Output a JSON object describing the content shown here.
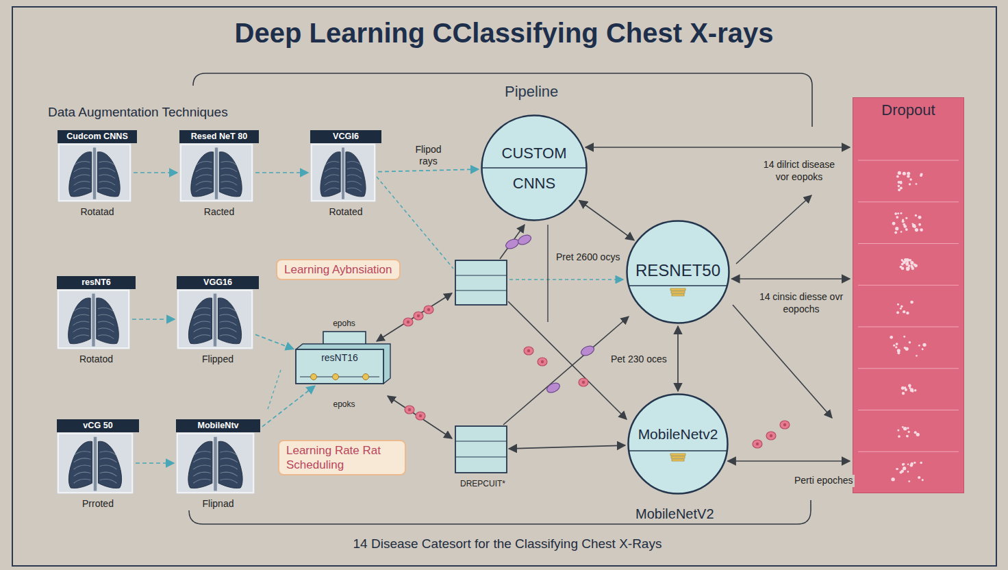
{
  "diagram": {
    "title": "Deep Learning CClassifying Chest X-rays",
    "caption": "14 Disease Catesort for the Classifying Chest X-Rays",
    "nodes": [
      {
        "text": [
          "Cudcom CNNS",
          "Rotatad"
        ]
      },
      {
        "text": [
          "Resed NeT 80",
          "Racted"
        ]
      },
      {
        "text": [
          "VCGI6",
          "Rotated"
        ]
      },
      {
        "text": [
          "CUSTOM",
          "CNNS"
        ]
      },
      {
        "text": [
          "resNT6",
          "Rotatod"
        ]
      },
      {
        "text": [
          "VGG16",
          "Flipped"
        ]
      },
      {
        "text": [
          "Learning Aybnsiation"
        ]
      },
      {
        "text": [
          "epohs",
          "resNT16",
          "epoks"
        ]
      },
      {
        "text": [
          "RESNET50"
        ]
      },
      {
        "text": [
          "vCG 50",
          "Prroted"
        ]
      },
      {
        "text": [
          "MobileNtv",
          "Flipnad"
        ]
      },
      {
        "text": [
          "Learning Rate Rat Scheduling"
        ]
      },
      {
        "text": [
          "DREPCUIT*"
        ]
      },
      {
        "text": [
          "MobileNetv2"
        ]
      },
      {
        "text": [
          "Dropout"
        ]
      }
    ],
    "edges": [
      {
        "from": 0,
        "to": 1,
        "arrow": "to"
      },
      {
        "from": 1,
        "to": 2,
        "arrow": "to"
      },
      {
        "from": 2,
        "to": 3,
        "arrow": "to",
        "label": "Flipod rays"
      },
      {
        "from": 4,
        "to": 5,
        "arrow": "to"
      },
      {
        "from": 5,
        "to": 7,
        "arrow": "to"
      },
      {
        "from": 9,
        "to": 10,
        "arrow": "to"
      },
      {
        "from": 10,
        "to": 7,
        "arrow": "to"
      },
      {
        "from": 3,
        "to": 14,
        "arrow": "both"
      },
      {
        "from": 3,
        "to": 8,
        "arrow": "both"
      },
      {
        "from": 8,
        "to": 14,
        "arrow": "both"
      },
      {
        "from": 8,
        "to": 13,
        "arrow": "both"
      },
      {
        "from": 13,
        "to": 14,
        "arrow": "both"
      },
      {
        "from": 12,
        "to": 13,
        "arrow": "both"
      }
    ],
    "labels": [
      "Pipeline",
      "Data Augmentation Techniques",
      "14 dilrict disease vor eopoks",
      "Pret 2600 ocys",
      "14 cinsic diesse ovr eopochs",
      "Pet 230 oces",
      "Perti epoches",
      "MobileNetV2"
    ]
  }
}
